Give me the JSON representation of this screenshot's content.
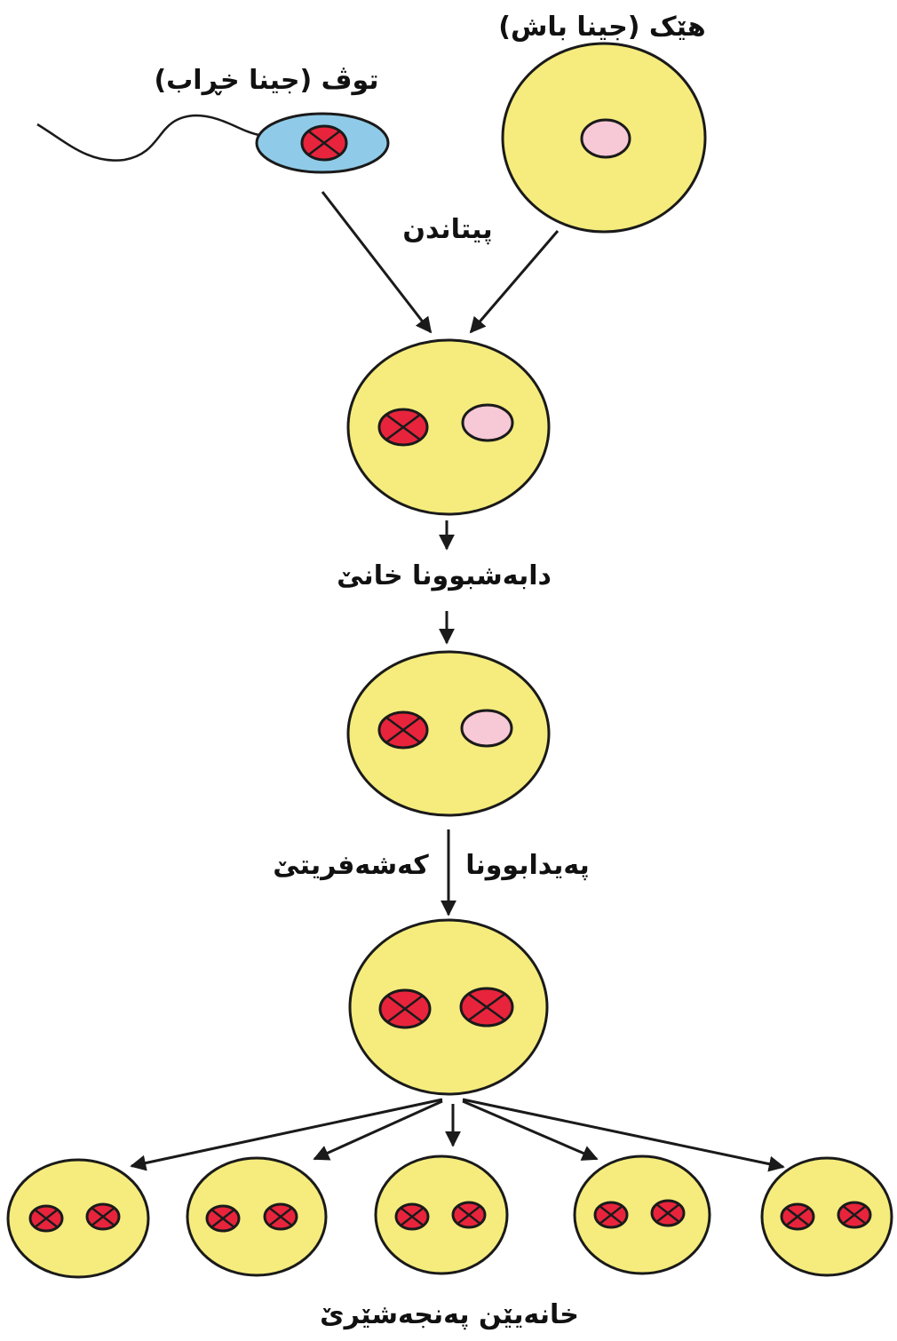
{
  "labels": {
    "egg": "هێک (جینا باش)",
    "sperm": "توڤ (جینا خڕاب)",
    "fertilization": "پیتاندن",
    "cell_division": "دابەشبوونا خانێ",
    "mutation_left": "کەشەفریتێ",
    "mutation_right": "پەیدابوونا",
    "cancer_cells": "خانەیێن پەنجەشێرێ"
  },
  "colors": {
    "cell": "#f5ec7d",
    "sperm": "#8fcbe8",
    "good_gene": "#f7c8d6",
    "bad_gene": "#e8243c"
  }
}
